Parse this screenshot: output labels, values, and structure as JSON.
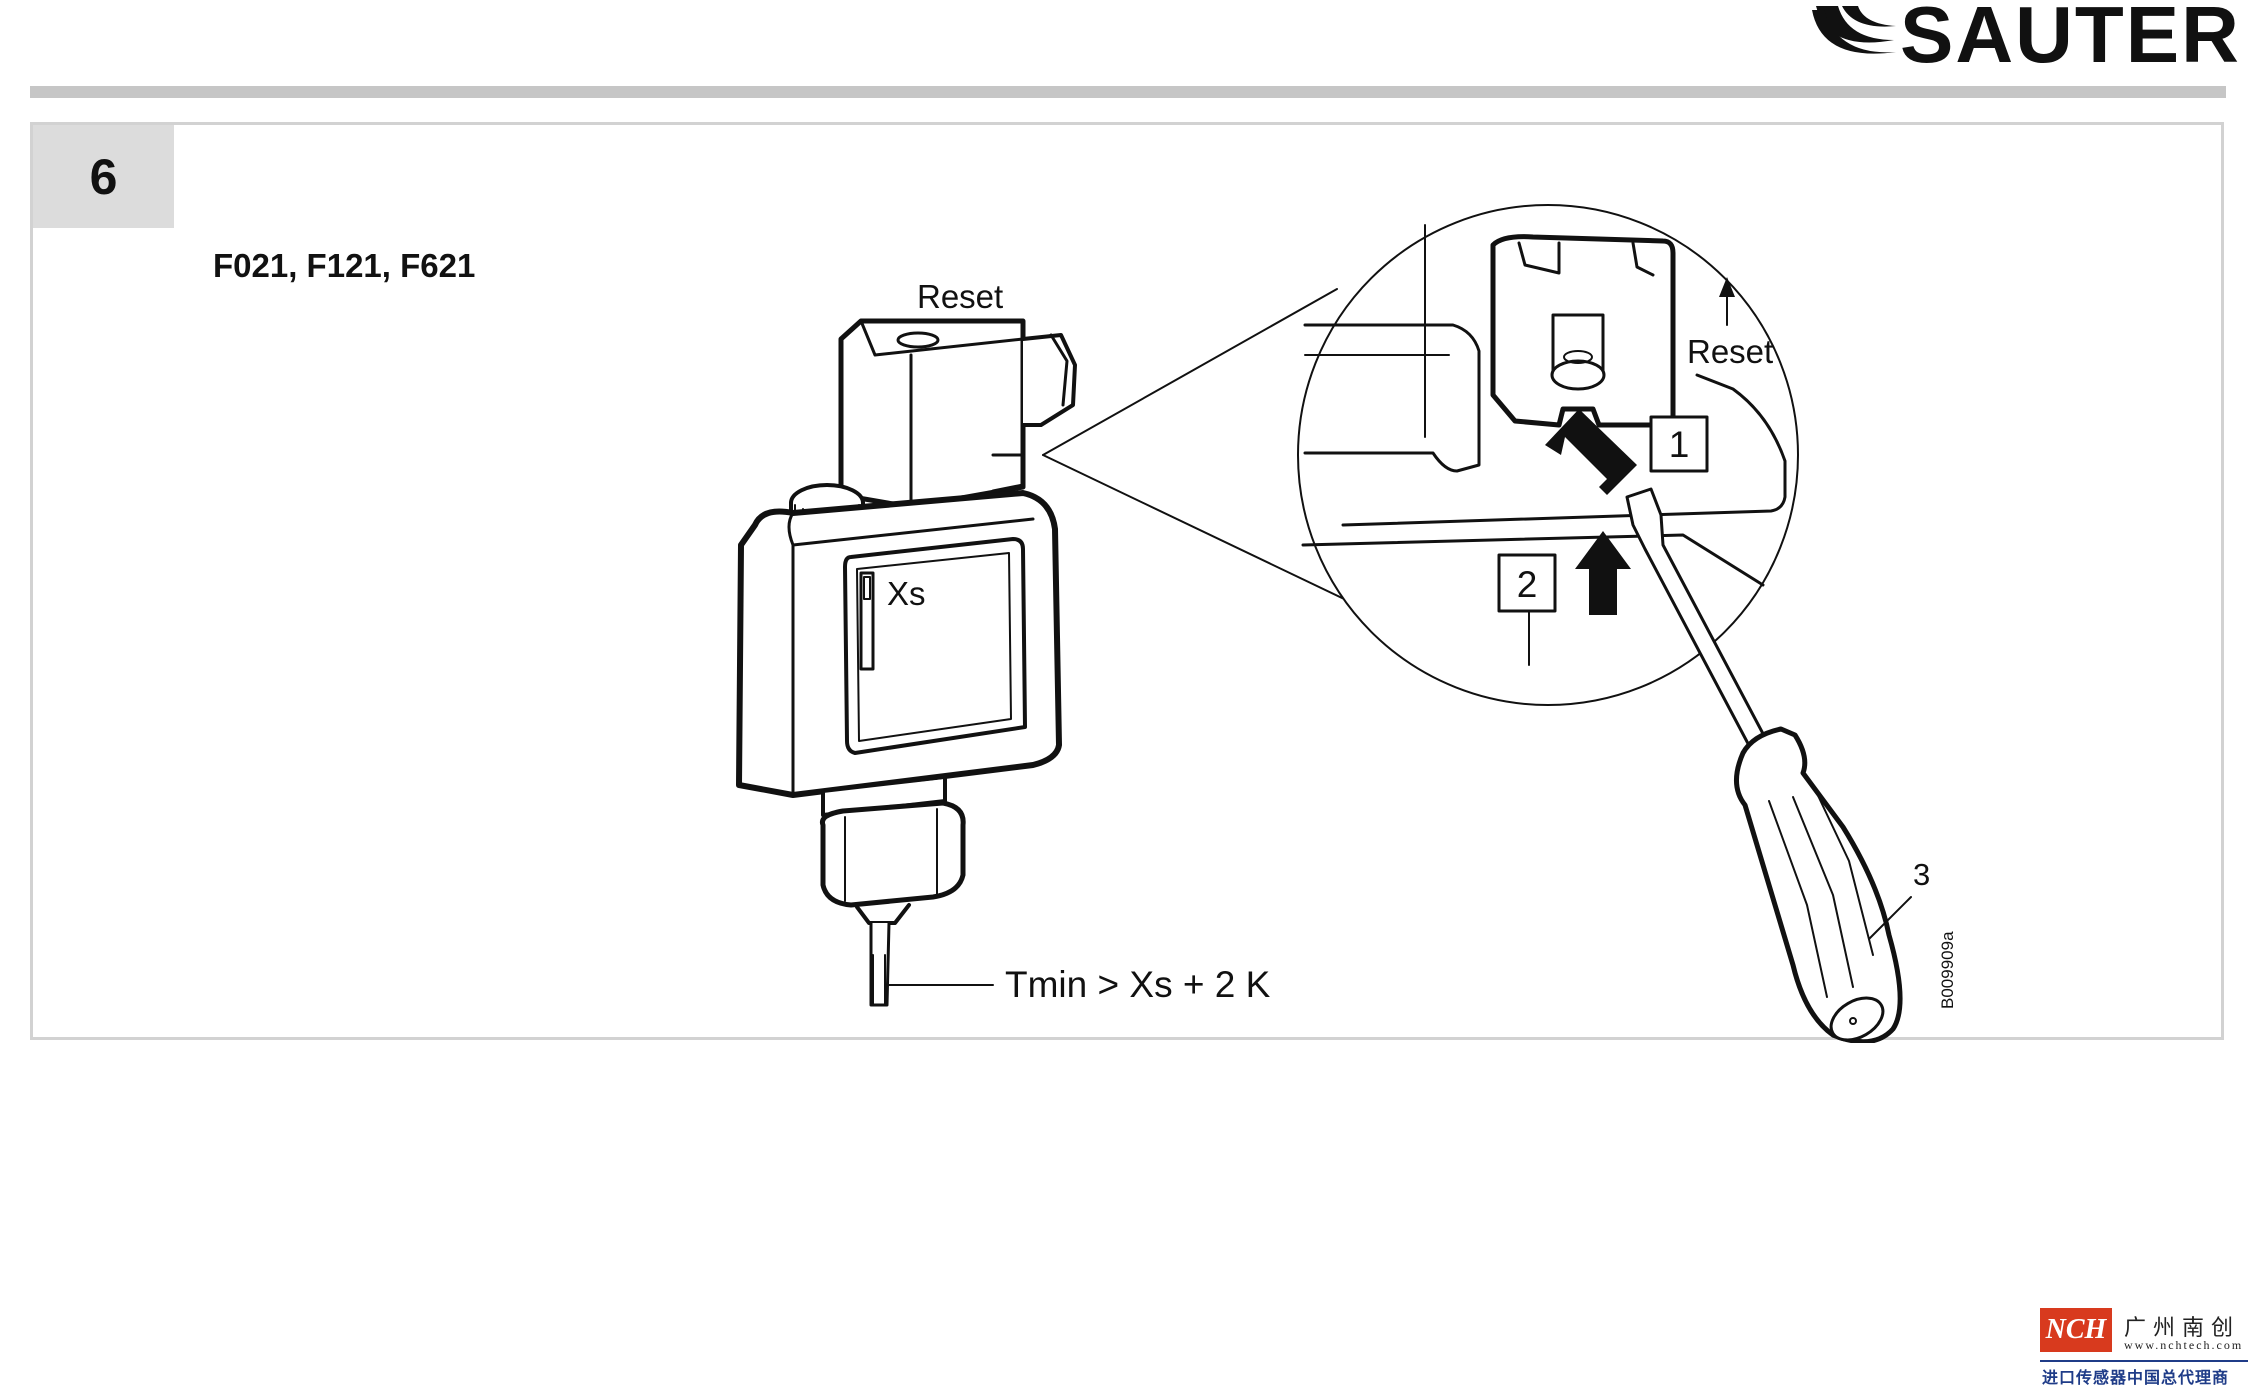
{
  "header": {
    "brand": "SAUTER"
  },
  "step": {
    "number": "6",
    "models": "F021, F121, F621"
  },
  "figure": {
    "reset_label": "Reset",
    "xs_label": "Xs",
    "condition": "Tmin > Xs + 2 K",
    "detail_reset_label": "Reset",
    "callout_1": "1",
    "callout_2": "2",
    "callout_3": "3",
    "figure_id": "B009909a"
  },
  "footer": {
    "mark": "NCH",
    "company": "广州南创",
    "url": "www.nchtech.com",
    "tagline": "进口传感器中国总代理商"
  }
}
